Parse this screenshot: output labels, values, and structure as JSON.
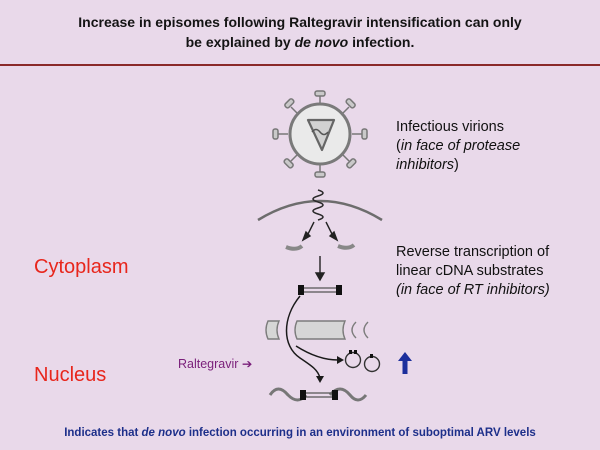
{
  "title": {
    "line1": "Increase in episomes following Raltegravir intensification can only",
    "line2_pre": "be explained by ",
    "line2_em": "de novo",
    "line2_post": " infection."
  },
  "notes": {
    "virions_l1": "Infectious virions",
    "virions_l2_pre": "(",
    "virions_l2_em": "in face of protease",
    "virions_l3_em": "inhibitors",
    "virions_l3_post": ")",
    "rt_l1": "Reverse transcription of",
    "rt_l2": "linear cDNA substrates",
    "rt_l3": "(in face of RT inhibitors)"
  },
  "regions": {
    "cytoplasm": "Cytoplasm",
    "nucleus": "Nucleus"
  },
  "raltegravir": {
    "label": "Raltegravir",
    "arrow": "➔"
  },
  "footer": {
    "pre": "Indicates that ",
    "em": "de novo",
    "post": " infection occurring in an environment of suboptimal ARV levels"
  },
  "colors": {
    "background": "#e9d9ea",
    "region_red": "#e8261c",
    "footer_blue": "#1d2f8a",
    "raltegravir_purple": "#7a1f7a",
    "up_arrow_blue": "#1c2f9c"
  }
}
